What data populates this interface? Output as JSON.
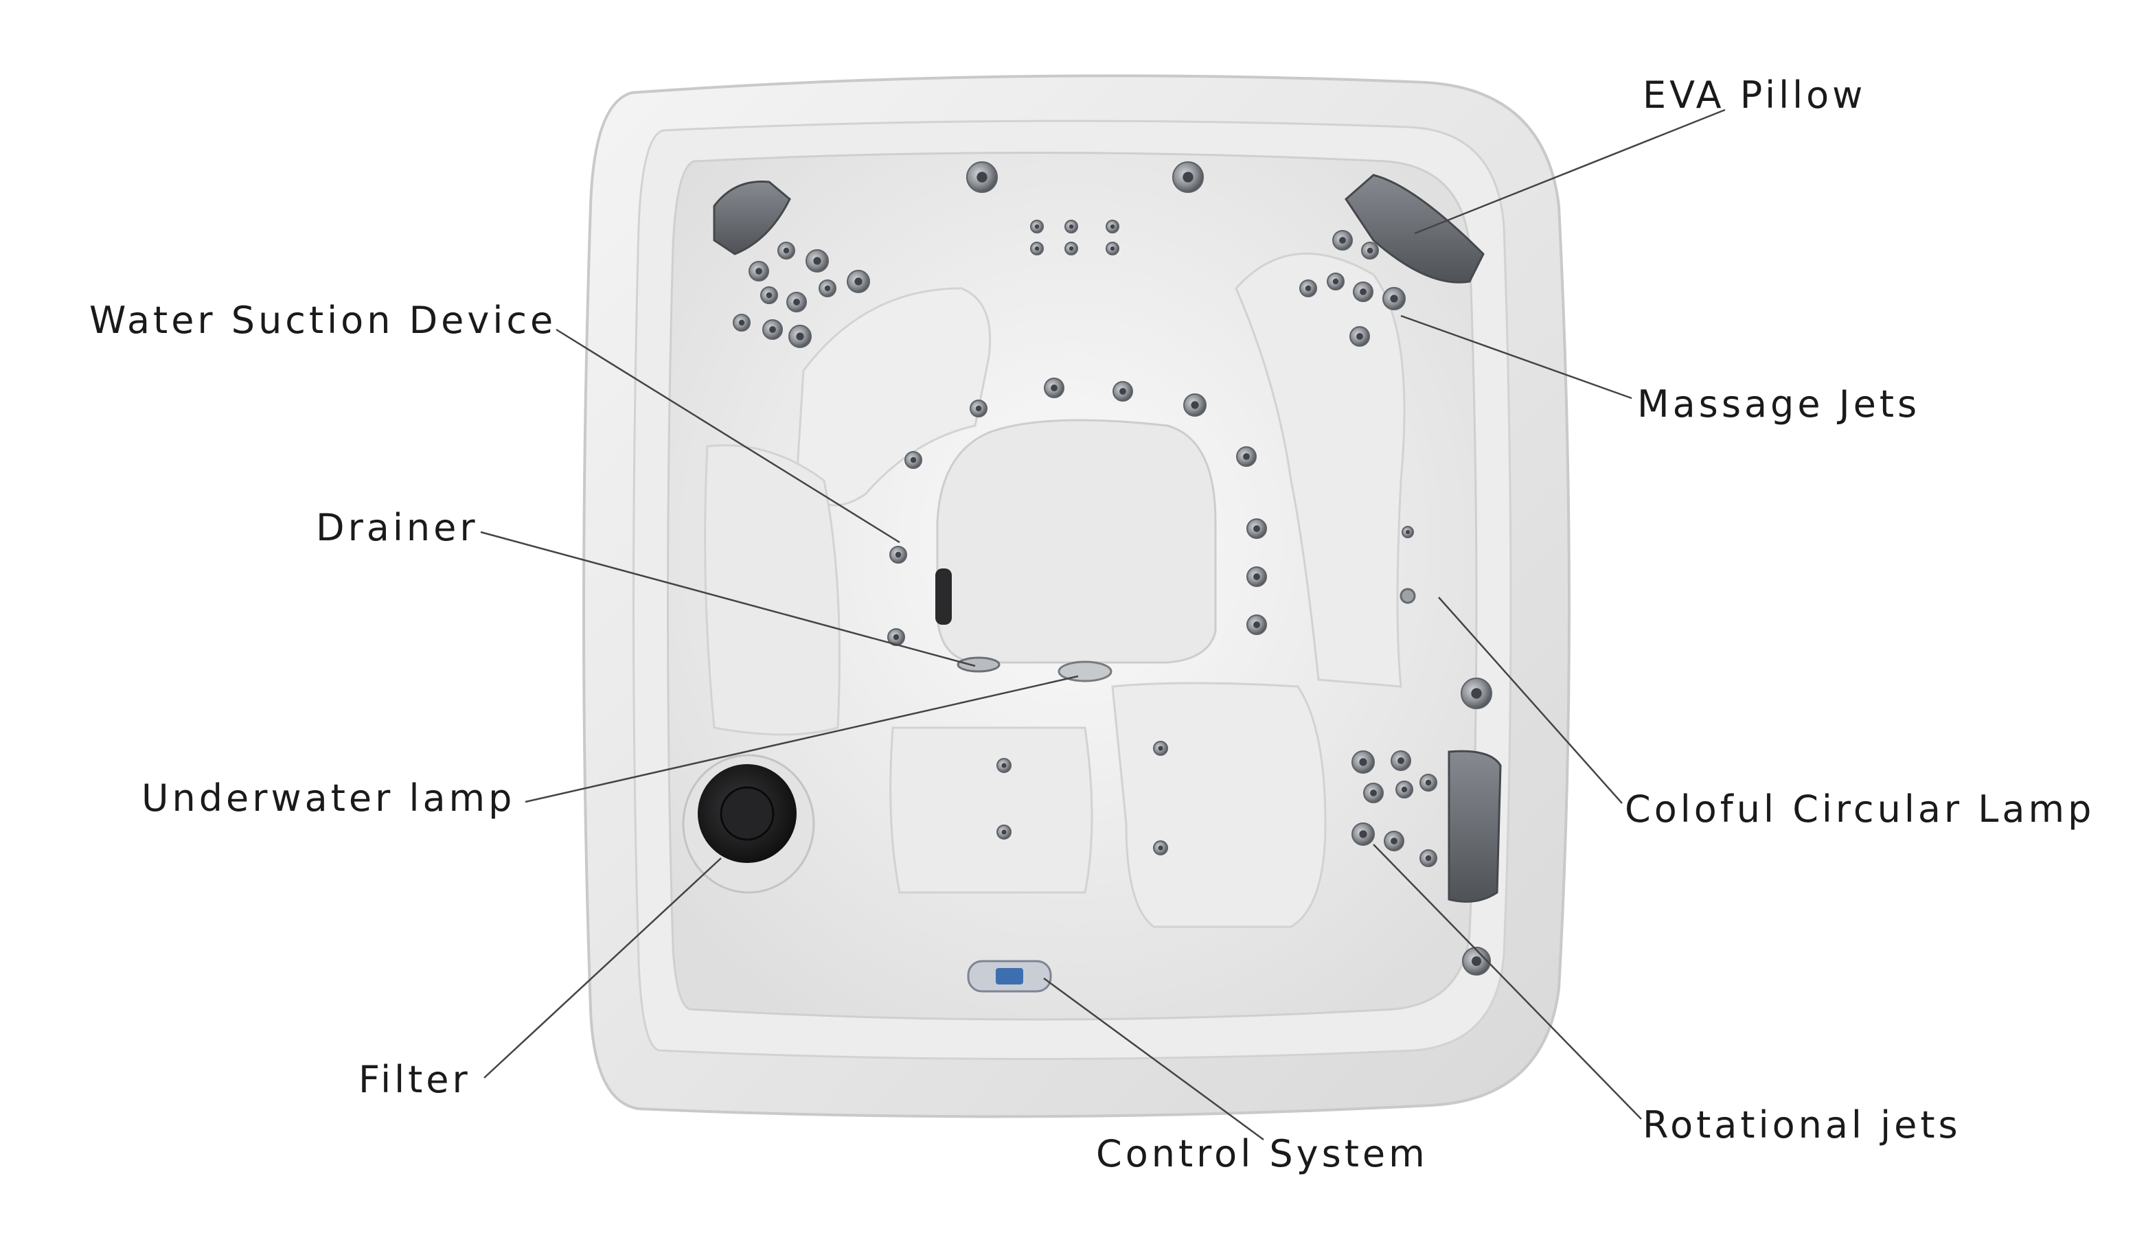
{
  "labels": {
    "eva_pillow": "EVA Pillow",
    "water_suction_device": "Water Suction Device",
    "massage_jets": "Massage Jets",
    "drainer": "Drainer",
    "underwater_lamp": "Underwater lamp",
    "colorful_circular_lamp": "Coloful Circular Lamp",
    "filter": "Filter",
    "rotational_jets": "Rotational jets",
    "control_system": "Control System"
  },
  "colors": {
    "background": "#ffffff",
    "shell": "#e6e6e6",
    "acrylic": "#f1f1f1",
    "pillow": "#6b6e73",
    "jet": "#9a9ea4",
    "filter": "#1d1d1f",
    "panel_accent": "#3d6fb0",
    "leader_line": "#444444",
    "text": "#1a1a1a"
  }
}
